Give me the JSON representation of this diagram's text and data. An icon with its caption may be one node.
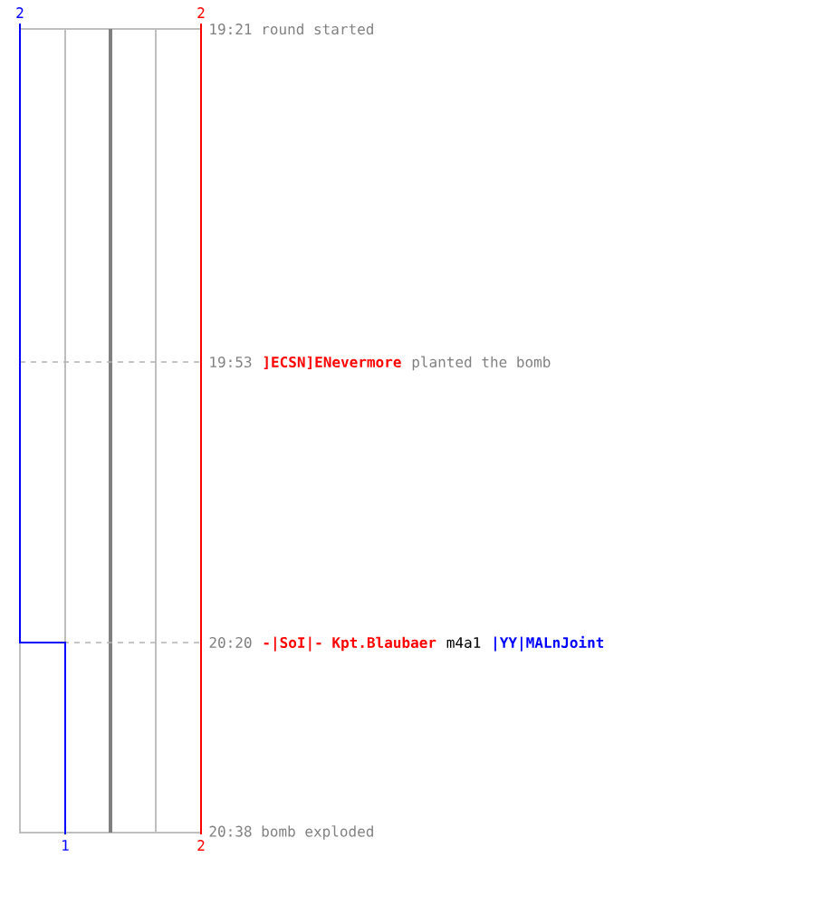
{
  "diagram": {
    "labels": [
      "2",
      "2",
      "19:21 round started",
      "19:53",
      "]ECSN]ENevermore",
      "planted the bomb",
      "20:20",
      "-|SoI|- Kpt.Blaubaer",
      "m4a1",
      "|YY|MALnJoint",
      "1",
      "2",
      "20:38 bomb exploded"
    ]
  }
}
